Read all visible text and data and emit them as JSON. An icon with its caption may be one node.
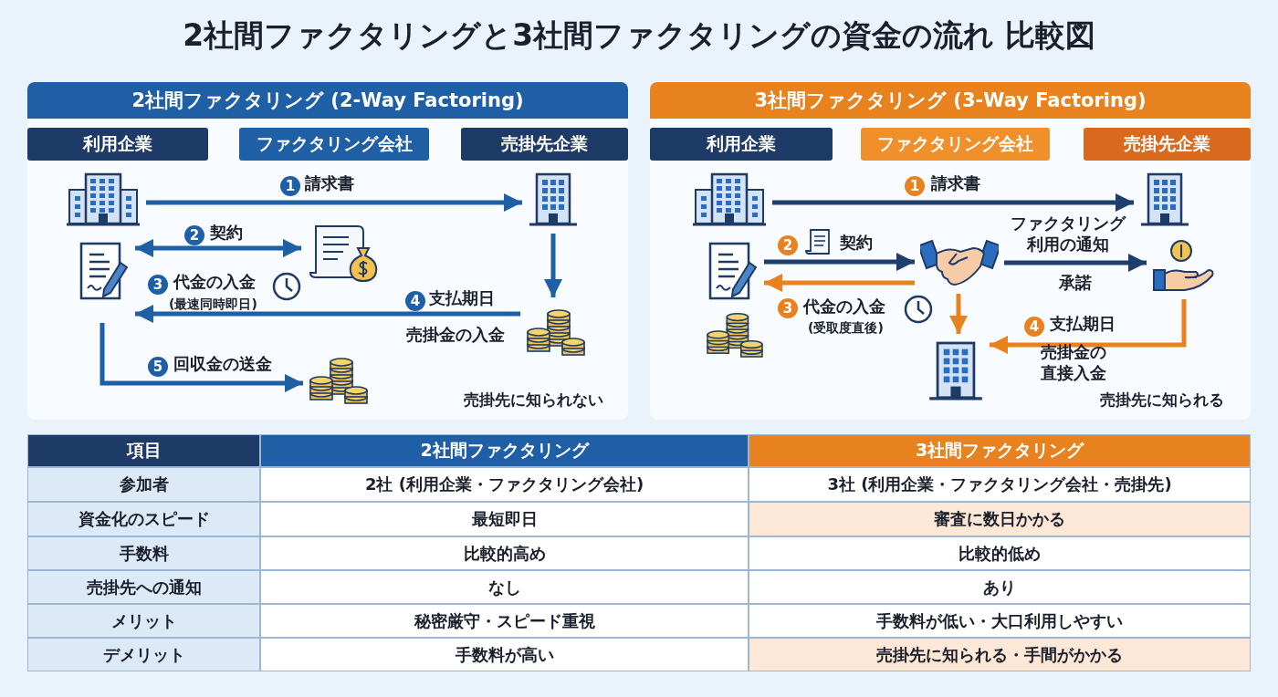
{
  "diagram": {
    "title": "2社間ファクタリングと3社間ファクタリングの資金の流れ 比較図",
    "nodes": [
      {
        "text": [
          "2社間ファクタリング (2-Way Factoring)"
        ]
      },
      {
        "text": [
          "利用企業"
        ],
        "in": 0
      },
      {
        "text": [
          "ファクタリング会社"
        ],
        "in": 0
      },
      {
        "text": [
          "売掛先企業"
        ],
        "in": 0
      },
      {
        "text": [],
        "shape": "building",
        "in": 0
      },
      {
        "text": [],
        "shape": "document",
        "in": 0
      },
      {
        "text": [],
        "shape": "contract",
        "in": 0
      },
      {
        "text": [],
        "shape": "building",
        "in": 0
      },
      {
        "text": [],
        "shape": "coins",
        "in": 0
      },
      {
        "text": [],
        "shape": "coins",
        "in": 0
      },
      {
        "text": [
          "3社間ファクタリング (3-Way Factoring)"
        ]
      },
      {
        "text": [
          "利用企業"
        ],
        "in": 10
      },
      {
        "text": [
          "ファクタリング会社"
        ],
        "in": 10
      },
      {
        "text": [
          "売掛先企業"
        ],
        "in": 10
      },
      {
        "text": [],
        "shape": "building",
        "in": 10
      },
      {
        "text": [],
        "shape": "document",
        "in": 10
      },
      {
        "text": [],
        "shape": "handshake",
        "in": 10
      },
      {
        "text": [],
        "shape": "building",
        "in": 10
      },
      {
        "text": [],
        "shape": "hand",
        "in": 10
      },
      {
        "text": [],
        "shape": "building",
        "in": 10
      }
    ],
    "edges": [
      {
        "from": 4,
        "to": 7,
        "arrow": "to",
        "label": "請求書"
      },
      {
        "from": 5,
        "to": 6,
        "arrow": "both",
        "label": "契約"
      },
      {
        "from": 7,
        "to": 8,
        "arrow": "to"
      },
      {
        "from": 8,
        "to": 5,
        "arrow": "to",
        "label": "支払期日"
      },
      {
        "from": 5,
        "to": 9,
        "arrow": "to",
        "label": "回収金の送金"
      },
      {
        "from": 14,
        "to": 17,
        "arrow": "to",
        "label": "請求書",
        "color": "#1e3f6e"
      },
      {
        "from": 15,
        "to": 16,
        "arrow": "to",
        "label": "契約",
        "color": "#1e3f6e"
      },
      {
        "from": 16,
        "to": 15,
        "arrow": "to",
        "color": "#e8821e"
      },
      {
        "from": 16,
        "to": 19,
        "arrow": "to",
        "color": "#e8821e"
      },
      {
        "from": 16,
        "to": 18,
        "arrow": "to",
        "label": "ファクタリング利用の通知",
        "color": "#1e3f6e"
      },
      {
        "from": 18,
        "to": 19,
        "arrow": "to",
        "label": "支払期日",
        "color": "#e8821e"
      }
    ],
    "labels": [
      "1",
      "2",
      "3",
      "代金の入金",
      "(最速同時即日)",
      "4",
      "売掛金の入金",
      "5",
      "売掛先に知られない",
      "1",
      "2",
      "3",
      "代金の入金",
      "(受取度直後)",
      "承諾",
      "4",
      "売掛金の直接入金",
      "売掛先に知られる",
      "項目",
      "2社間ファクタリング",
      "3社間ファクタリング",
      "参加者",
      "2社 (利用企業・ファクタリング会社)",
      "3社 (利用企業・ファクタリング会社・売掛先)",
      "資金化のスピード",
      "最短即日",
      "審査に数日かかる",
      "手数料",
      "比較的高め",
      "比較的低め",
      "売掛先への通知",
      "なし",
      "あり",
      "メリット",
      "秘密厳守・スピード重視",
      "手数料が低い・大口利用しやすい",
      "デメリット",
      "手数料が高い",
      "売掛先に知られる・手間がかかる"
    ]
  }
}
